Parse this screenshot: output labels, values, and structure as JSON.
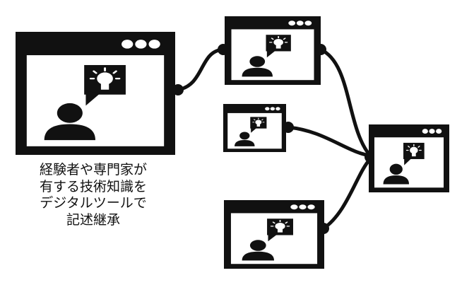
{
  "caption": {
    "lines": [
      "経験者や専門家が",
      "有する技術知識を",
      "デジタルツールで",
      "記述継承"
    ]
  },
  "colors": {
    "ink": "#111111",
    "background": "#ffffff"
  },
  "icons": {
    "window": "browser-window-icon",
    "person": "person-icon",
    "speech": "speech-bubble-icon",
    "idea": "lightbulb-icon"
  }
}
